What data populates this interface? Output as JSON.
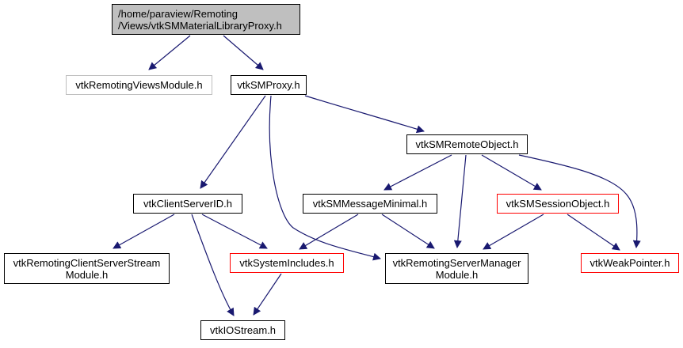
{
  "diagram": {
    "type": "include-dependency-graph",
    "colors": {
      "edge": "#191970",
      "root_fill": "#bfbfbf",
      "normal_border": "#000000",
      "external_border": "#bfbfbf",
      "truncated_border": "#ff0000"
    },
    "nodes": [
      {
        "id": "root",
        "label": "/home/paraview/Remoting\n/Views/vtkSMMaterialLibraryProxy.h",
        "style": "root"
      },
      {
        "id": "viewsmodule",
        "label": "vtkRemotingViewsModule.h",
        "style": "gray"
      },
      {
        "id": "smproxy",
        "label": "vtkSMProxy.h",
        "style": "normal"
      },
      {
        "id": "remoteobject",
        "label": "vtkSMRemoteObject.h",
        "style": "normal"
      },
      {
        "id": "clientserverid",
        "label": "vtkClientServerID.h",
        "style": "normal"
      },
      {
        "id": "messageminimal",
        "label": "vtkSMMessageMinimal.h",
        "style": "normal"
      },
      {
        "id": "sessionobject",
        "label": "vtkSMSessionObject.h",
        "style": "red"
      },
      {
        "id": "csstreammodule",
        "label": "vtkRemotingClientServerStream\nModule.h",
        "style": "normal"
      },
      {
        "id": "systemincludes",
        "label": "vtkSystemIncludes.h",
        "style": "red"
      },
      {
        "id": "servermanagermodule",
        "label": "vtkRemotingServerManager\nModule.h",
        "style": "normal"
      },
      {
        "id": "weakpointer",
        "label": "vtkWeakPointer.h",
        "style": "red"
      },
      {
        "id": "iostream",
        "label": "vtkIOStream.h",
        "style": "normal"
      }
    ],
    "edges": [
      {
        "from": "root",
        "to": "viewsmodule"
      },
      {
        "from": "root",
        "to": "smproxy"
      },
      {
        "from": "smproxy",
        "to": "remoteobject"
      },
      {
        "from": "smproxy",
        "to": "clientserverid"
      },
      {
        "from": "smproxy",
        "to": "servermanagermodule"
      },
      {
        "from": "remoteobject",
        "to": "messageminimal"
      },
      {
        "from": "remoteobject",
        "to": "servermanagermodule"
      },
      {
        "from": "remoteobject",
        "to": "sessionobject"
      },
      {
        "from": "remoteobject",
        "to": "weakpointer"
      },
      {
        "from": "clientserverid",
        "to": "csstreammodule"
      },
      {
        "from": "clientserverid",
        "to": "systemincludes"
      },
      {
        "from": "clientserverid",
        "to": "iostream"
      },
      {
        "from": "messageminimal",
        "to": "systemincludes"
      },
      {
        "from": "messageminimal",
        "to": "servermanagermodule"
      },
      {
        "from": "sessionobject",
        "to": "servermanagermodule"
      },
      {
        "from": "sessionobject",
        "to": "weakpointer"
      },
      {
        "from": "systemincludes",
        "to": "iostream"
      }
    ]
  }
}
